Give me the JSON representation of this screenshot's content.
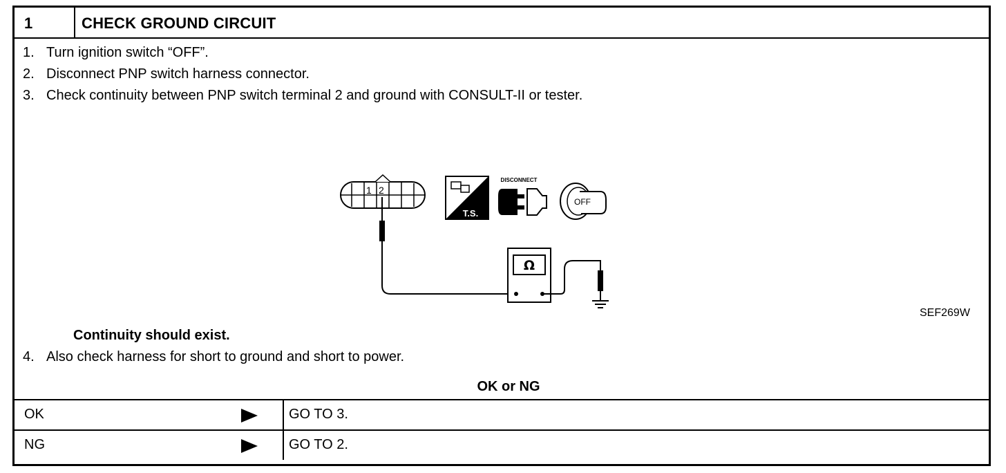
{
  "header": {
    "step_number": "1",
    "title": "CHECK GROUND CIRCUIT"
  },
  "steps": [
    {
      "num": "1.",
      "text": "Turn ignition switch “OFF”."
    },
    {
      "num": "2.",
      "text": "Disconnect PNP switch harness connector."
    },
    {
      "num": "3.",
      "text": "Check continuity between PNP switch terminal 2 and ground with CONSULT-II or tester."
    }
  ],
  "figure": {
    "connector_terminals": [
      "1",
      "2"
    ],
    "ts_label": "T.S.",
    "disconnect_label": "DISCONNECT",
    "ignition_label": "OFF",
    "meter_symbol": "Ω",
    "code": "SEF269W"
  },
  "note": "Continuity should exist.",
  "step4": {
    "num": "4.",
    "text": "Also check harness for short to ground and short to power."
  },
  "result_prompt": "OK or NG",
  "results": [
    {
      "label": "OK",
      "action": "GO TO 3."
    },
    {
      "label": "NG",
      "action": "GO TO 2."
    }
  ]
}
